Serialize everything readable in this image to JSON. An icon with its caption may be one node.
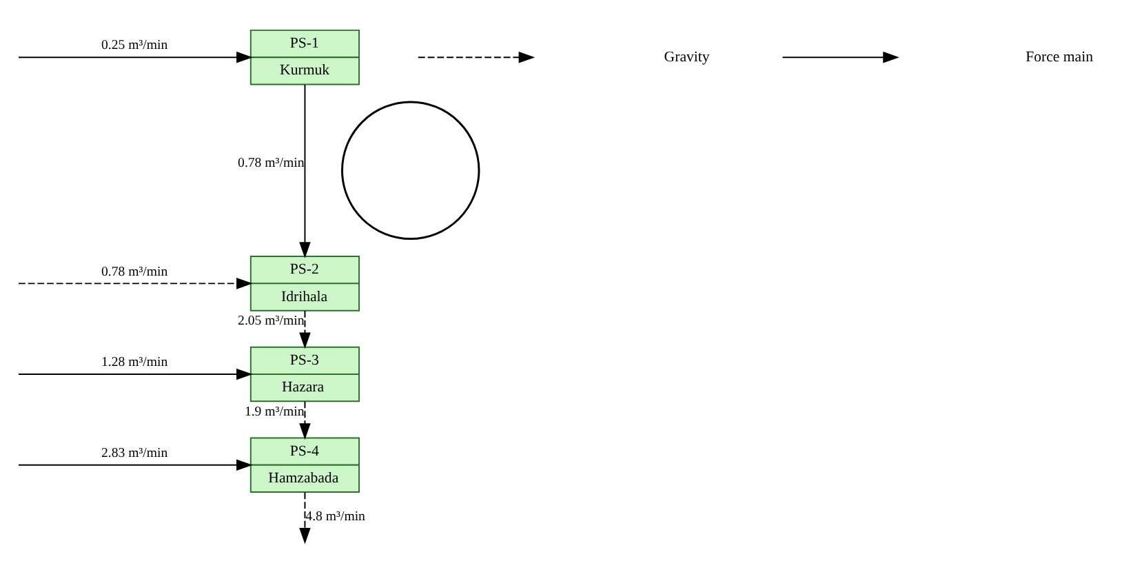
{
  "diagram": {
    "nodes": [
      {
        "text": [
          "PS-1",
          "Kurmuk"
        ]
      },
      {
        "text": [
          "PS-2",
          "Idrihala"
        ]
      },
      {
        "text": [
          "PS-3",
          "Hazara"
        ]
      },
      {
        "text": [
          "PS-4",
          "Hamzabada"
        ]
      },
      {
        "text": [],
        "shape": "circle"
      }
    ],
    "edges": [
      {
        "from": null,
        "to": 0,
        "arrow": "to",
        "label": "0.25 m³/min"
      },
      {
        "from": 0,
        "to": 1,
        "arrow": "to",
        "label": "0.78 m³/min"
      },
      {
        "from": null,
        "to": 1,
        "arrow": "to",
        "label": "0.78 m³/min",
        "style": "dashed"
      },
      {
        "from": 1,
        "to": 2,
        "arrow": "to",
        "label": "2.05 m³/min",
        "style": "dashed"
      },
      {
        "from": null,
        "to": 2,
        "arrow": "to",
        "label": "1.28 m³/min"
      },
      {
        "from": 2,
        "to": 3,
        "arrow": "to",
        "label": "1.9 m³/min",
        "style": "dashed"
      },
      {
        "from": null,
        "to": 3,
        "arrow": "to",
        "label": "2.83 m³/min"
      },
      {
        "from": 3,
        "to": null,
        "arrow": "to",
        "label": "4.8 m³/min",
        "style": "dashed"
      }
    ],
    "legend": [
      {
        "text": "Gravity"
      },
      {
        "text": "Force main"
      }
    ]
  }
}
